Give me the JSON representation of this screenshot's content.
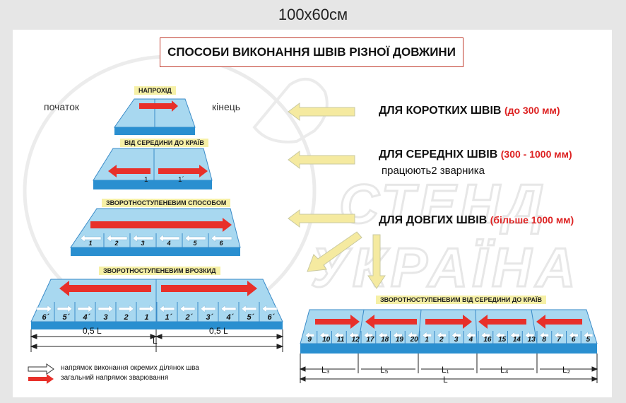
{
  "size": "100x60см",
  "title": "СПОСОБИ ВИКОНАННЯ ШВІВ РІЗНОЇ ДОВЖИНИ",
  "start_label": "початок",
  "end_label": "кінець",
  "methods": {
    "pass": "НАПРОХІД",
    "center": "ВІД СЕРЕДИНИ ДО КРАЇВ",
    "back_step": "ЗВОРОТНОСТУПЕНЕВИМ СПОСОБОМ",
    "back_split": "ЗВОРОТНОСТУПЕНЕВИМ ВРОЗКИД",
    "back_center": "ЗВОРОТНОСТУПЕНЕВИМ ВІД СЕРЕДИНИ ДО КРАЇВ"
  },
  "seams": {
    "short_label": "ДЛЯ КОРОТКИХ ШВІВ",
    "short_range": "(до 300 мм)",
    "medium_label": "ДЛЯ СЕРЕДНІХ ШВІВ",
    "medium_range": "(300 - 1000 мм)",
    "medium_note": "працюють2 зварника",
    "long_label": "ДЛЯ ДОВГИХ ШВІВ",
    "long_range": "(більше 1000 мм)"
  },
  "plate2_labels": [
    "1",
    "1´"
  ],
  "plate3_labels": [
    "1",
    "2",
    "3",
    "4",
    "5",
    "6"
  ],
  "plate4_labels": [
    "6´",
    "5´",
    "4´",
    "3",
    "2",
    "1",
    "1´",
    "2´",
    "3´",
    "4´",
    "5´",
    "6´"
  ],
  "plate5_labels": [
    "9",
    "10",
    "11",
    "12",
    "17",
    "18",
    "19",
    "20",
    "1",
    "2",
    "3",
    "4",
    "16",
    "15",
    "14",
    "13",
    "8",
    "7",
    "6",
    "5"
  ],
  "dims_left": {
    "half1": "0,5 L",
    "half2": "0,5 L",
    "total": "L"
  },
  "dims_right": {
    "l3": "L₃",
    "l5": "L₅",
    "l1": "L₁",
    "l4": "L₄",
    "l2": "L₂",
    "total": "L"
  },
  "legend": {
    "white_arrow": "напрямок виконання окремих ділянок шва",
    "red_arrow": "загальний напрямок зварювання"
  },
  "watermark": "СТЕНД УКРАЇНА",
  "colors": {
    "plate_top": "#a8d8f0",
    "plate_side": "#2a8fd0",
    "arrow_red": "#e8302a",
    "yellow_arrow": "#f5eaa0",
    "title_border": "#c0392b"
  }
}
